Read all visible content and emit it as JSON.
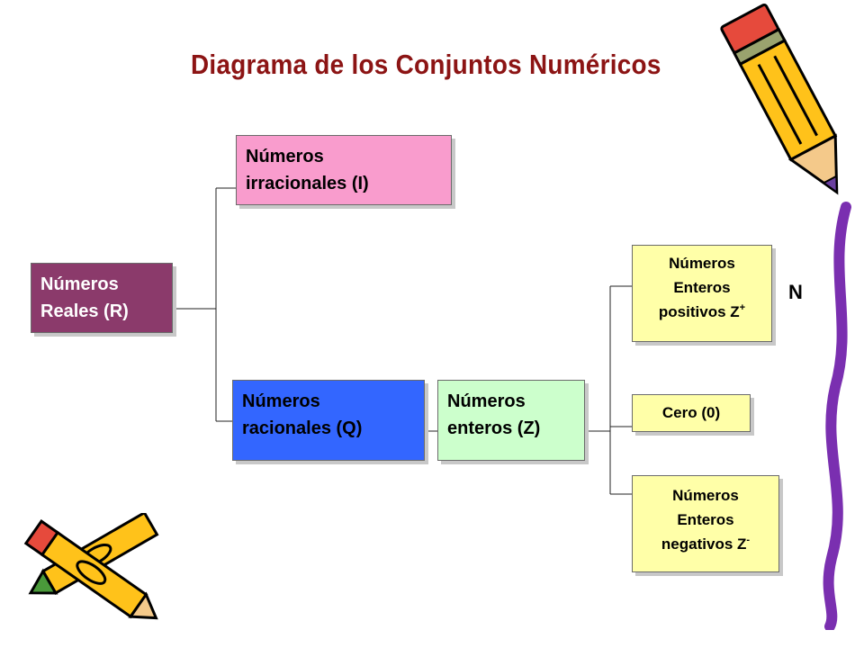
{
  "title": "Diagrama de los Conjuntos Numéricos",
  "nodes": {
    "reales": {
      "lines": [
        "Números",
        "Reales (R)"
      ],
      "color": "#8b3a6b"
    },
    "irracionales": {
      "lines": [
        "Números",
        "irracionales (I)"
      ],
      "color": "#f99ccd"
    },
    "racionales": {
      "lines": [
        "Números",
        "racionales (Q)"
      ],
      "color": "#3366ff"
    },
    "enteros": {
      "lines": [
        "Números",
        "enteros (Z)"
      ],
      "color": "#ccffcc"
    },
    "positivos": {
      "lines": [
        "Números",
        "Enteros",
        "positivos Z"
      ],
      "sup": "+",
      "color": "#ffffa8"
    },
    "cero": {
      "lines": [
        "Cero (0)"
      ],
      "color": "#ffffa8"
    },
    "negativos": {
      "lines": [
        "Números",
        "Enteros",
        "negativos Z"
      ],
      "sup": "-",
      "color": "#ffffa8"
    }
  },
  "n_label": "N",
  "title_color": "#8c1414",
  "icons": [
    "pencil-icon",
    "crayon-icon"
  ]
}
